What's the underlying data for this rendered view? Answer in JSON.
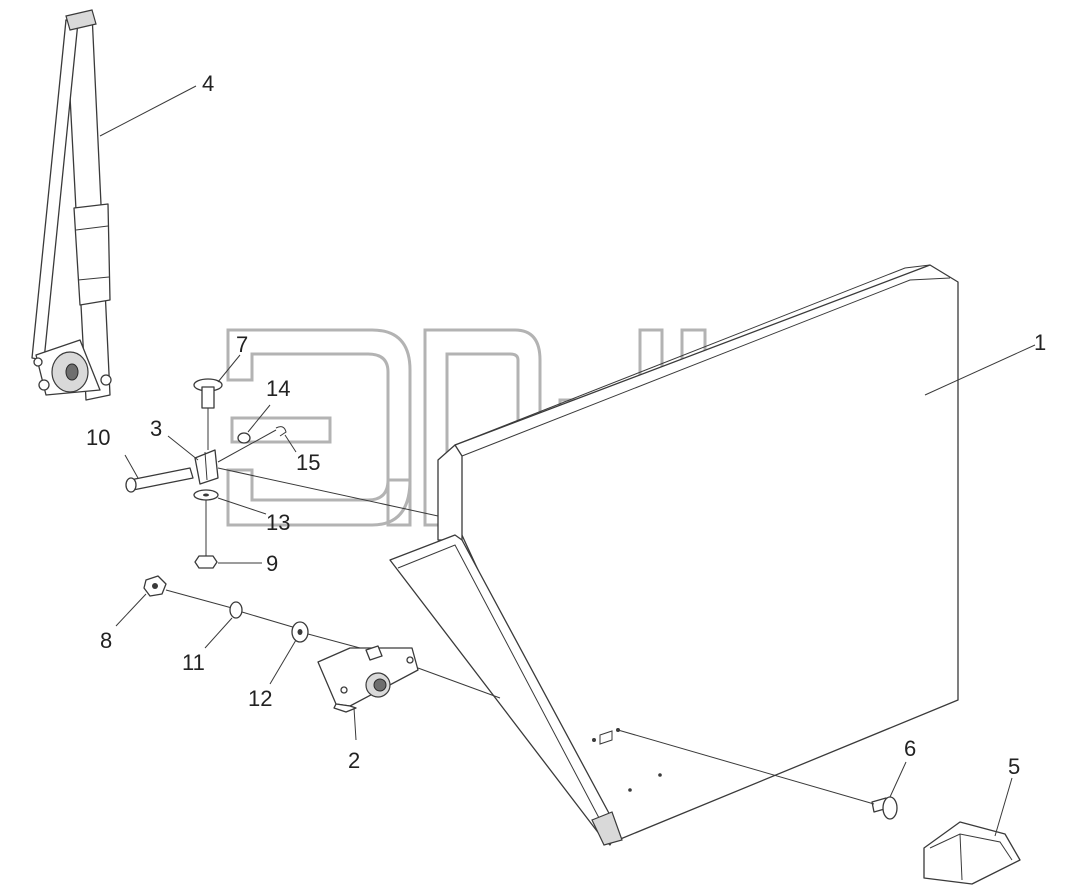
{
  "callouts": {
    "c1": "1",
    "c2": "2",
    "c3": "3",
    "c4": "4",
    "c5": "5",
    "c6": "6",
    "c7": "7",
    "c8": "8",
    "c9": "9",
    "c10": "10",
    "c11": "11",
    "c12": "12",
    "c13": "13",
    "c14": "14",
    "c15": "15"
  },
  "watermark": {
    "tm": "TM"
  },
  "colors": {
    "line": "#3a3a3a",
    "watermark": "#b3b3b3",
    "background": "#ffffff"
  }
}
